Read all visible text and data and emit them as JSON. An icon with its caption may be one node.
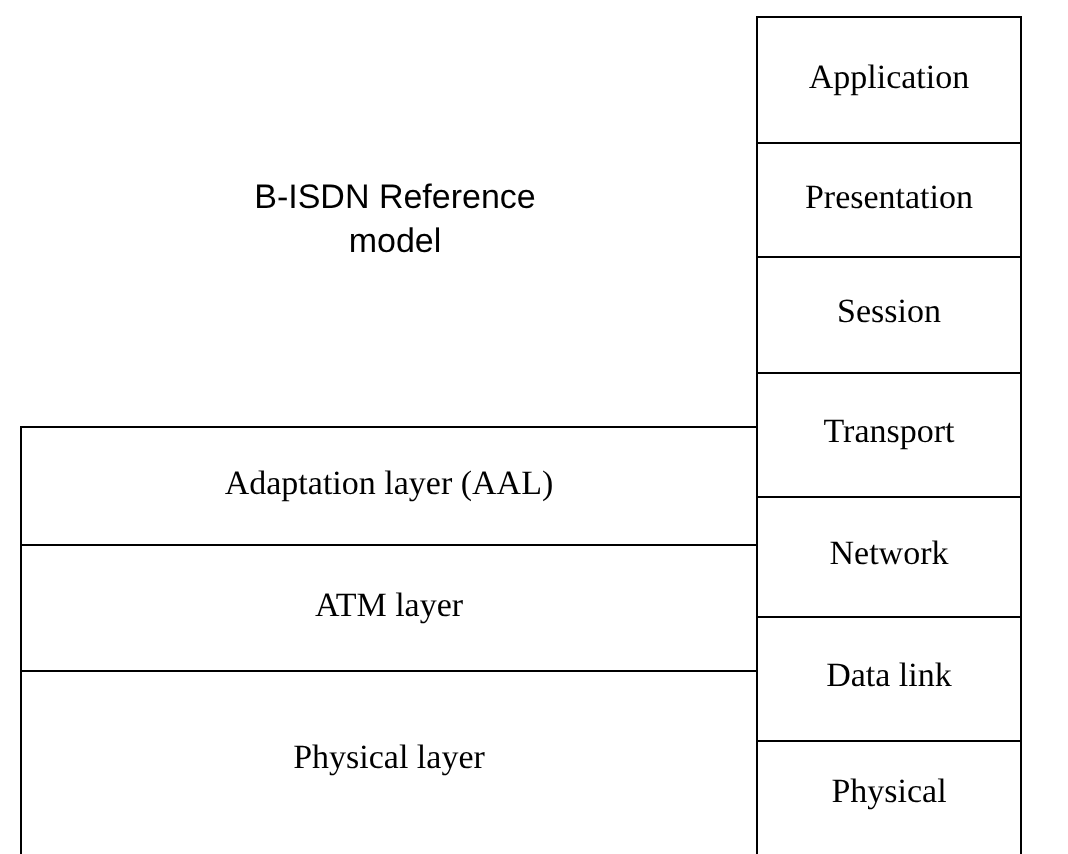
{
  "diagram": {
    "title": "B-ISDN Reference model",
    "nodes": [
      {
        "text": [
          "Application"
        ]
      },
      {
        "text": [
          "Presentation"
        ]
      },
      {
        "text": [
          "Session"
        ]
      },
      {
        "text": [
          "Transport"
        ]
      },
      {
        "text": [
          "Network"
        ]
      },
      {
        "text": [
          "Data link"
        ]
      },
      {
        "text": [
          "Physical"
        ]
      },
      {
        "text": [
          "Adaptation layer (AAL)"
        ]
      },
      {
        "text": [
          "ATM layer"
        ]
      },
      {
        "text": [
          "Physical layer"
        ]
      }
    ]
  }
}
